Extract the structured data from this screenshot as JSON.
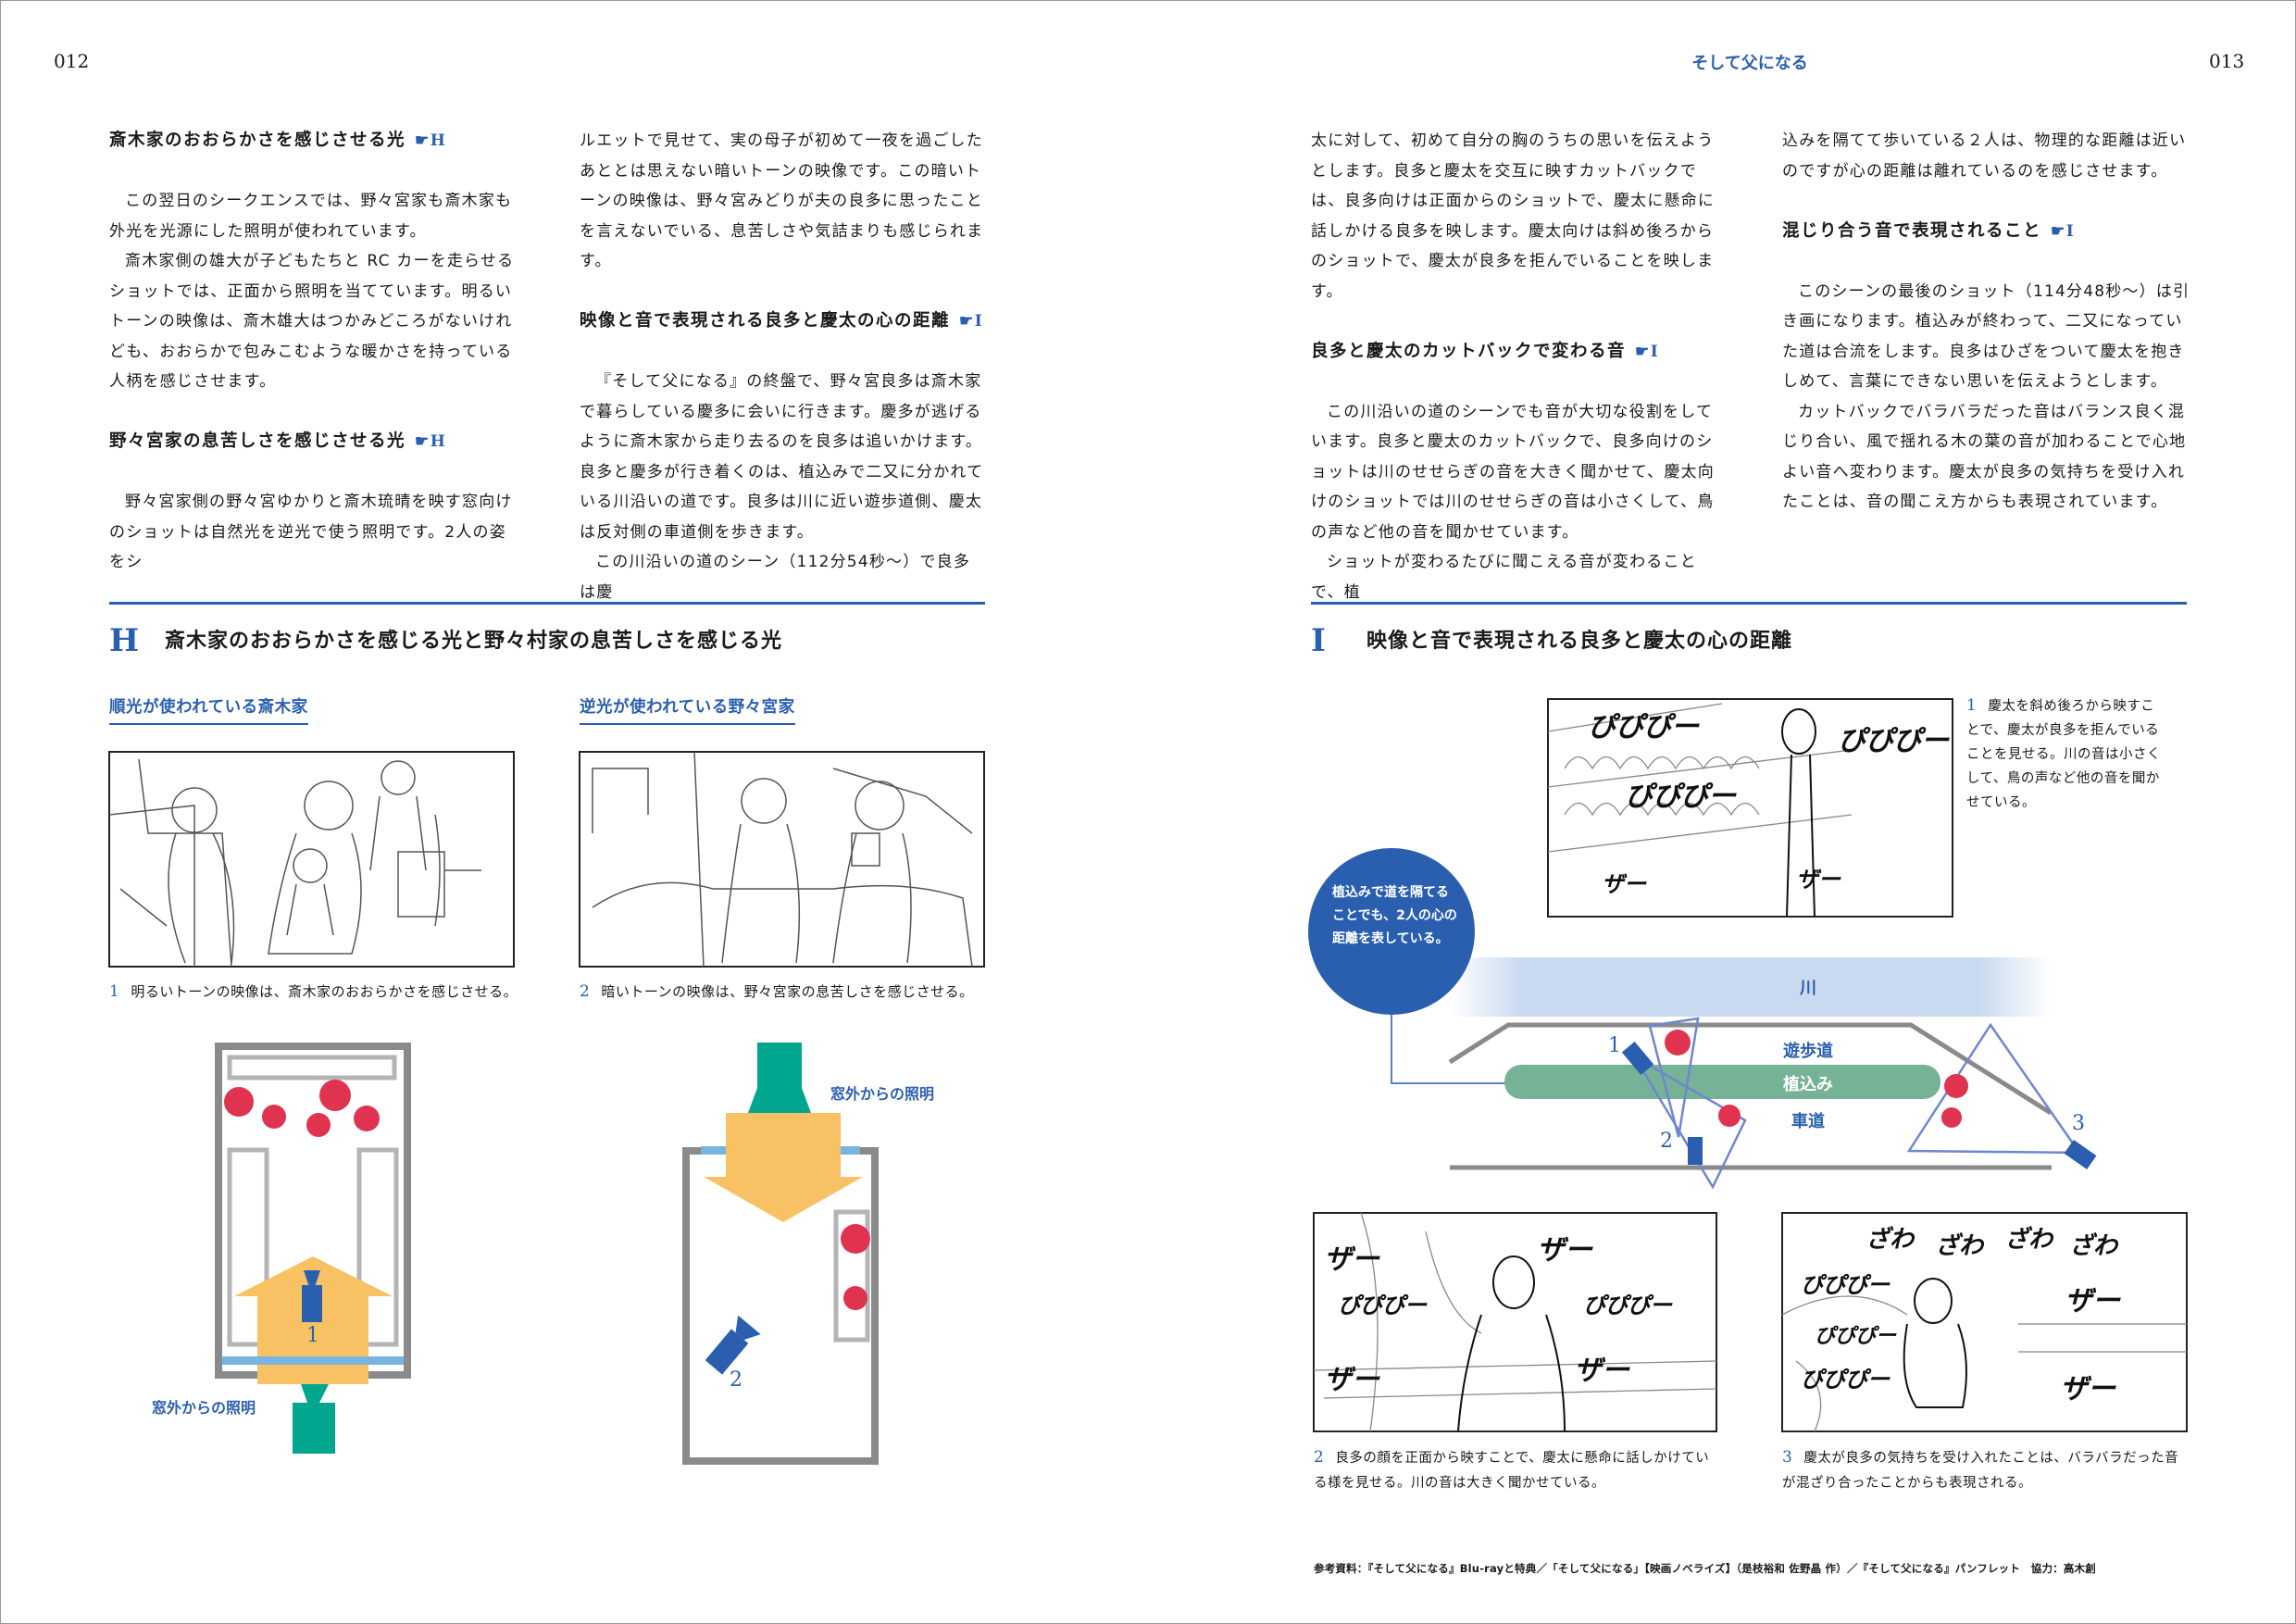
{
  "header": {
    "page_left": "012",
    "page_right": "013",
    "running_title": "そして父になる"
  },
  "colors": {
    "accent": "#2a5fb0",
    "light": "#f8c163",
    "lamp": "#00a78e",
    "figure": "#e0334f",
    "hedge": "#76b296",
    "river": "#c9daf0"
  },
  "columns": {
    "c1": {
      "h1": "斎木家のおおらかさを感じさせる光",
      "h1_ref": "☛H",
      "p1": "この翌日のシークエンスでは、野々宮家も斎木家も外光を光源にした照明が使われています。",
      "p2": "斎木家側の雄大が子どもたちと RC カーを走らせるショットでは、正面から照明を当てています。明るいトーンの映像は、斎木雄大はつかみどころがないけれども、おおらかで包みこむような暖かさを持っている人柄を感じさせます。",
      "h2": "野々宮家の息苦しさを感じさせる光",
      "h2_ref": "☛H",
      "p3": "野々宮家側の野々宮ゆかりと斎木琉晴を映す窓向けのショットは自然光を逆光で使う照明です。2人の姿をシ"
    },
    "c2": {
      "p1": "ルエットで見せて、実の母子が初めて一夜を過ごしたあととは思えない暗いトーンの映像です。この暗いトーンの映像は、野々宮みどりが夫の良多に思ったことを言えないでいる、息苦しさや気詰まりも感じられます。",
      "h1": "映像と音で表現される良多と慶太の心の距離",
      "h1_ref": "☛I",
      "p2": "『そして父になる』の終盤で、野々宮良多は斎木家で暮らしている慶多に会いに行きます。慶多が逃げるように斎木家から走り去るのを良多は追いかけます。良多と慶多が行き着くのは、植込みで二又に分かれている川沿いの道です。良多は川に近い遊歩道側、慶太は反対側の車道側を歩きます。",
      "p3": "この川沿いの道のシーン（112分54秒〜）で良多は慶"
    },
    "c3": {
      "p1": "太に対して、初めて自分の胸のうちの思いを伝えようとします。良多と慶太を交互に映すカットバックでは、良多向けは正面からのショットで、慶太に懸命に話しかける良多を映します。慶太向けは斜め後ろからのショットで、慶太が良多を拒んでいることを映します。",
      "h1": "良多と慶太のカットバックで変わる音",
      "h1_ref": "☛I",
      "p2": "この川沿いの道のシーンでも音が大切な役割をしています。良多と慶太のカットバックで、良多向けのショットは川のせせらぎの音を大きく聞かせて、慶太向けのショットでは川のせせらぎの音は小さくして、鳥の声など他の音を聞かせています。",
      "p3": "ショットが変わるたびに聞こえる音が変わることで、植"
    },
    "c4": {
      "p1": "込みを隔てて歩いている２人は、物理的な距離は近いのですが心の距離は離れているのを感じさせます。",
      "h1": "混じり合う音で表現されること",
      "h1_ref": "☛I",
      "p2": "このシーンの最後のショット（114分48秒〜）は引き画になります。植込みが終わって、二又になっていた道は合流をします。良多はひざをついて慶太を抱きしめて、言葉にできない思いを伝えようとします。",
      "p3": "カットバックでバラバラだった音はバランス良く混じり合い、風で揺れる木の葉の音が加わることで心地よい音へ変わります。慶太が良多の気持ちを受け入れたことは、音の聞こえ方からも表現されています。"
    }
  },
  "section_h": {
    "letter": "H",
    "title": "斎木家のおおらかさを感じる光と野々村家の息苦しさを感じる光",
    "sub1": "順光が使われている斎木家",
    "sub2": "逆光が使われている野々宮家",
    "cap1_num": "1",
    "cap1": "明るいトーンの映像は、斎木家のおおらかさを感じさせる。",
    "cap2_num": "2",
    "cap2": "暗いトーンの映像は、野々宮家の息苦しさを感じさせる。",
    "diagram": {
      "light_label_1": "窓外からの照明",
      "light_label_2": "窓外からの照明",
      "cam1": "1",
      "cam2": "2"
    }
  },
  "section_i": {
    "letter": "I",
    "title": "映像と音で表現される良多と慶太の心の距離",
    "cap1_num": "1",
    "cap1": "慶太を斜め後ろから映すことで、慶太が良多を拒んでいることを見せる。川の音は小さくして、鳥の声など他の音を聞かせている。",
    "cap2_num": "2",
    "cap2": "良多の顔を正面から映すことで、慶太に懸命に話しかけている様を見せる。川の音は大きく聞かせている。",
    "cap3_num": "3",
    "cap3": "慶太が良多の気持ちを受け入れたことは、バラバラだった音が混ざり合ったことからも表現される。",
    "bubble": "植込みで道を隔てることでも、2人の心の距離を表している。",
    "map": {
      "river": "川",
      "walkway": "遊歩道",
      "hedge": "植込み",
      "road": "車道",
      "cam1": "1",
      "cam2": "2",
      "cam3": "3"
    },
    "sfx": {
      "pipipi": "ぴぴぴー",
      "za": "ザー",
      "zawa": "ざわ"
    }
  },
  "references": "参考資料：『そして父になる』Blu-rayと特典／「そして父になる」【映画ノベライズ】（是枝裕和 佐野晶 作）／『そして父になる』パンフレット　協力：高木創"
}
